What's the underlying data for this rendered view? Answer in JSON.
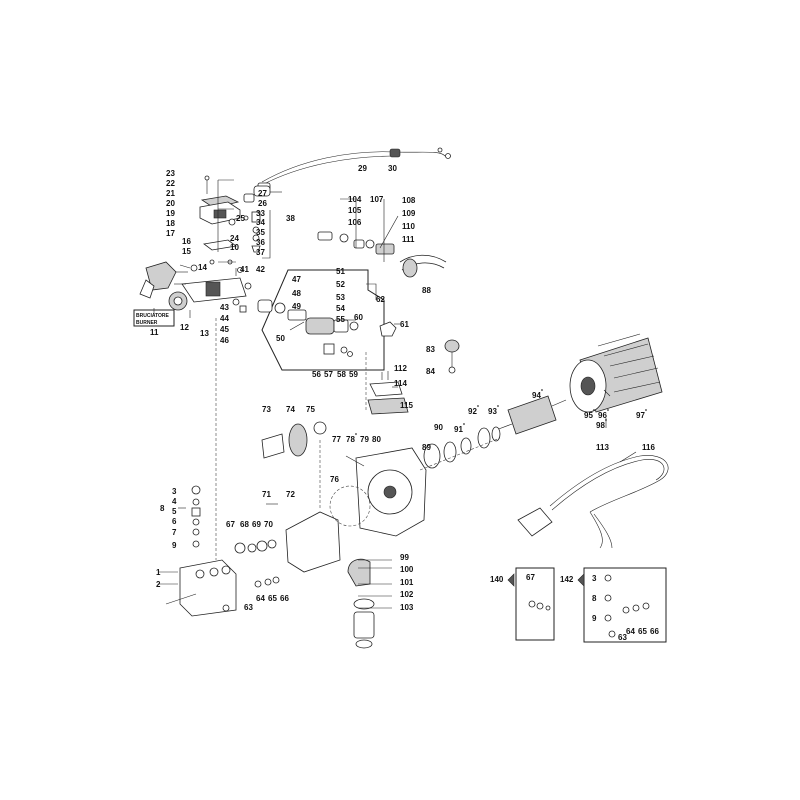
{
  "part_labels": {
    "p1": "1",
    "p2": "2",
    "p3": "3",
    "p4": "4",
    "p5": "5",
    "p6": "6",
    "p7": "7",
    "p8": "8",
    "p9": "9",
    "p10": "10",
    "p11": "11",
    "p12": "12",
    "p13": "13",
    "p14": "14",
    "p15": "15",
    "p16": "16",
    "p17": "17",
    "p18": "18",
    "p19": "19",
    "p20": "20",
    "p21": "21",
    "p22": "22",
    "p23": "23",
    "p24": "24",
    "p25": "25",
    "p26": "26",
    "p27": "27",
    "p29": "29",
    "p30": "30",
    "p33": "33",
    "p34": "34",
    "p35": "35",
    "p36": "36",
    "p37": "37",
    "p38": "38",
    "p41": "41",
    "p42": "42",
    "p43": "43",
    "p44": "44",
    "p45": "45",
    "p46": "46",
    "p47": "47",
    "p48": "48",
    "p49": "49",
    "p50": "50",
    "p51": "51",
    "p52": "52",
    "p53": "53",
    "p54": "54",
    "p55": "55",
    "p56": "56",
    "p57": "57",
    "p58": "58",
    "p59": "59",
    "p60": "60",
    "p61": "61",
    "p62": "62",
    "p63": "63",
    "p64": "64",
    "p65": "65",
    "p66": "66",
    "p67": "67",
    "p68": "68",
    "p69": "69",
    "p70": "70",
    "p71": "71",
    "p72": "72",
    "p73": "73",
    "p74": "74",
    "p75": "75",
    "p76": "76",
    "p77": "77",
    "p78": "78",
    "p79": "79",
    "p80": "80",
    "p83": "83",
    "p84": "84",
    "p88": "88",
    "p89": "89",
    "p90": "90",
    "p91": "91",
    "p92": "92",
    "p93": "93",
    "p94": "94",
    "p95": "95",
    "p96": "96",
    "p97": "97",
    "p98": "98",
    "p99": "99",
    "p100": "100",
    "p101": "101",
    "p102": "102",
    "p103": "103",
    "p104": "104",
    "p105": "105",
    "p106": "106",
    "p107": "107",
    "p108": "108",
    "p109": "109",
    "p110": "110",
    "p111": "111",
    "p112": "112",
    "p113": "113",
    "p114": "114",
    "p115": "115",
    "p116": "116",
    "p140": "140",
    "p142": "142"
  },
  "marker": "*",
  "burner_label": {
    "line1": "BRUCIATORE",
    "line2": "BURNER"
  },
  "kit_140": {
    "title": "140",
    "item": "67"
  },
  "kit_142": {
    "title": "142",
    "items": [
      "3",
      "8",
      "9",
      "63",
      "64",
      "65",
      "66"
    ]
  }
}
